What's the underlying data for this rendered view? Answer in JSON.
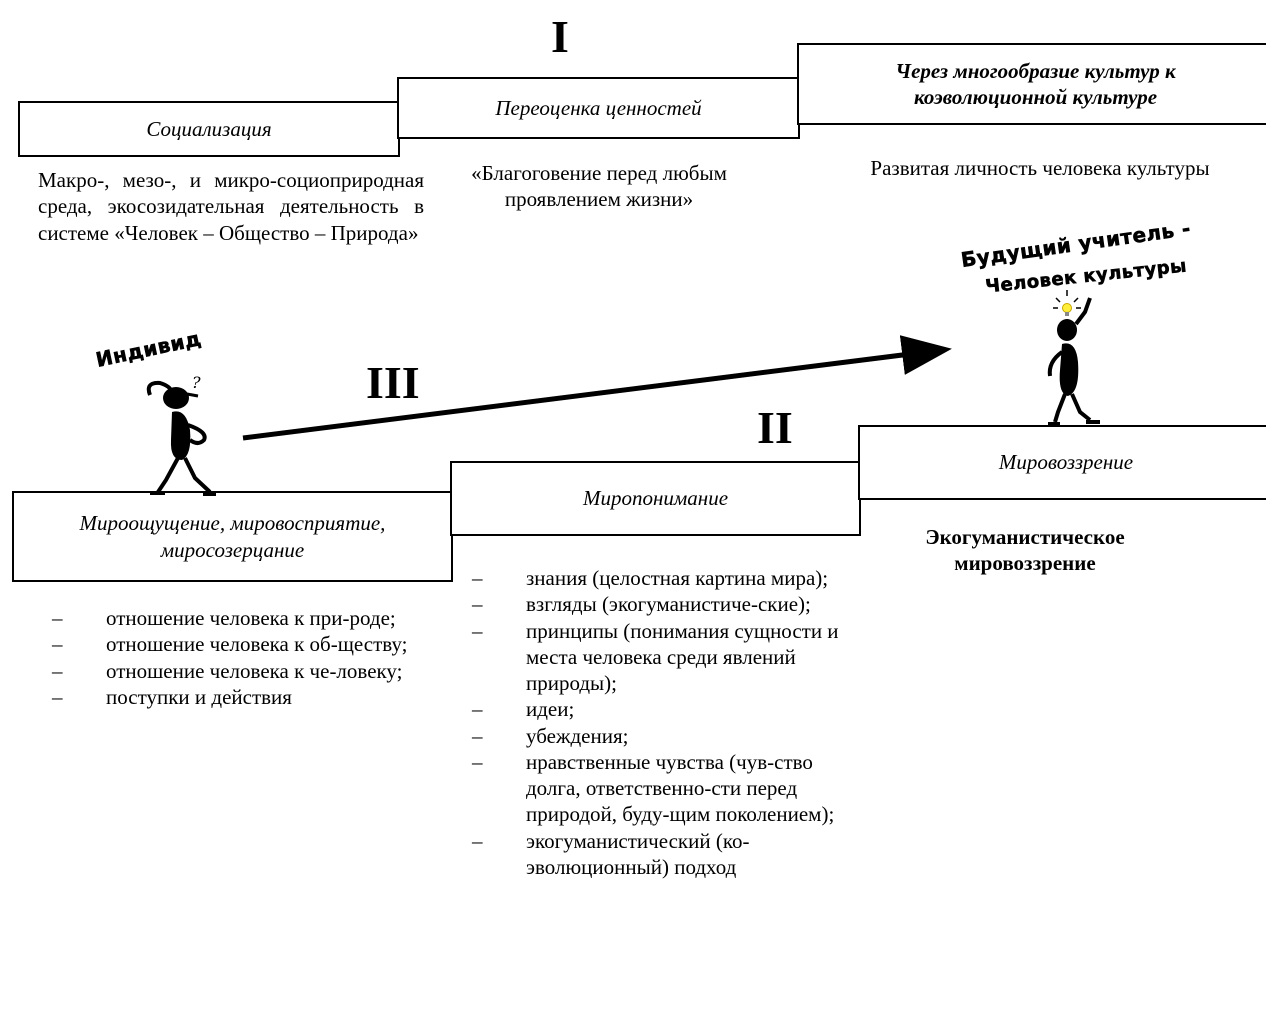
{
  "stage_numerals": {
    "one": "I",
    "two": "II",
    "three": "III"
  },
  "upper_steps": {
    "socialization": "Социализация",
    "revaluation": "Переоценка ценностей",
    "culture": "Через многообразие культур к коэволюционной культуре"
  },
  "upper_notes": {
    "socialization_note": "Макро-, мезо-, и микро-социоприродная среда, экосозидательная деятельность в системе «Человек – Общество – Природа»",
    "revaluation_note": "«Благоговение перед любым проявлением жизни»",
    "culture_note": "Развитая личность человека культуры"
  },
  "lower_steps": {
    "perception": "Мироощущение, мировосприятие, миросозерцание",
    "understanding": "Миропонимание",
    "worldview": "Мировоззрение"
  },
  "worldview_note": "Экогуманистическое мировоззрение",
  "perception_list": [
    "отношение человека к при-роде;",
    "отношение человека к об-ществу;",
    "отношение человека к че-ловеку;",
    "поступки и действия"
  ],
  "understanding_list": [
    "знания (целостная картина мира);",
    "взгляды (экогуманистиче-ские);",
    "принципы (понимания сущности и места человека среди явлений природы);",
    "идеи;",
    "убеждения;",
    "нравственные чувства (чув-ство долга, ответственно-сти перед природой, буду-щим поколением);",
    "экогуманистический (ко-эволюционный) подход"
  ],
  "wordart": {
    "individual": "Индивид",
    "future_teacher_line1": "Будущий учитель -",
    "future_teacher_line2": "Человек культуры"
  },
  "figure_marks": {
    "question": "?"
  },
  "icons": [
    "thinking-man-icon",
    "lightbulb-man-icon",
    "arrow-icon"
  ]
}
